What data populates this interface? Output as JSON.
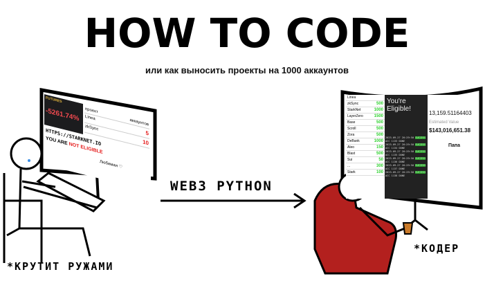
{
  "header": {
    "title": "HOW TO CODE",
    "subtitle": "или как выносить проекты на 1000 аккаунтов"
  },
  "arrow_label": "WEB3 PYTHON",
  "left": {
    "caption": "*КРУТИТ РУЖАМИ",
    "screen": {
      "futures_label": "FUTURES",
      "pnl": "-5261.74%",
      "url": "HTTPS://STARKNET.IO",
      "you_are": "YOU ARE",
      "not_eligible": "NOT ELIGIBLE",
      "table_headers": [
        "проект",
        "аккаунтов"
      ],
      "rows": [
        {
          "project": "Linea",
          "accounts": "5"
        },
        {
          "project": "zkSync",
          "accounts": "10"
        }
      ],
      "chat_name": "Любимая ♡"
    }
  },
  "right": {
    "caption": "*КОДЕР",
    "screen": {
      "rows": [
        {
          "project": "Linea",
          "accounts": ""
        },
        {
          "project": "zkSync",
          "accounts": "500"
        },
        {
          "project": "StarkNet",
          "accounts": "1000"
        },
        {
          "project": "LayerZero",
          "accounts": "1500"
        },
        {
          "project": "Base",
          "accounts": "500"
        },
        {
          "project": "Scroll",
          "accounts": "500"
        },
        {
          "project": "Zora",
          "accounts": "500"
        },
        {
          "project": "DeBank",
          "accounts": "1000"
        },
        {
          "project": "Aleo",
          "accounts": "150"
        },
        {
          "project": "Blast",
          "accounts": "500"
        },
        {
          "project": "Sui",
          "accounts": "50"
        },
        {
          "project": "...",
          "accounts": "300"
        },
        {
          "project": "Stark",
          "accounts": "100"
        }
      ],
      "eligible": "You're Eligible!",
      "log": [
        {
          "time": "2023-09-27 20:29:50",
          "status": "SUCCESS",
          "msg": "ACC 1133 DONE"
        },
        {
          "time": "2023-09-27 20:29:50",
          "status": "SUCCESS",
          "msg": "ACC 1134 DONE"
        },
        {
          "time": "2023-09-27 20:29:50",
          "status": "SUCCESS",
          "msg": "ACC 1135 DONE"
        },
        {
          "time": "2023-09-27 20:29:50",
          "status": "SUCCESS",
          "msg": "ACC 1136 DONE"
        },
        {
          "time": "2023-09-27 20:29:50",
          "status": "SUCCESS",
          "msg": "ACC 1137 DONE"
        },
        {
          "time": "2023-09-27 20:29:50",
          "status": "SUCCESS",
          "msg": "ACC 1138 DONE"
        }
      ],
      "balance": "13,159.51164403",
      "estimated_label": "Estimated Value",
      "estimated_value": "$143,016,651.38",
      "chat_name": "Папа"
    }
  },
  "colors": {
    "chair": "#b3201e",
    "pnl": "#f0494f",
    "success": "#2bd12b"
  }
}
